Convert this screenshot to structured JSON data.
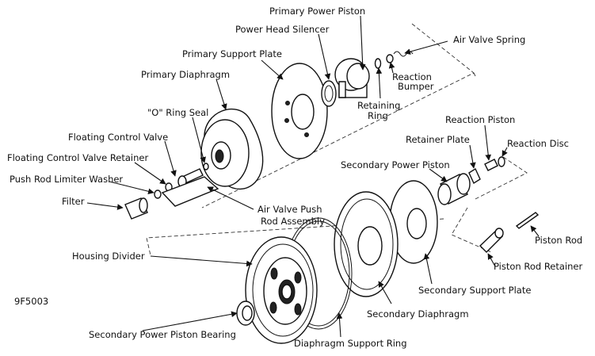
{
  "figure_code": "9F5003",
  "labels": {
    "primary_power_piston": "Primary Power Piston",
    "power_head_silencer": "Power Head Silencer",
    "air_valve_spring": "Air Valve Spring",
    "primary_support_plate": "Primary Support Plate",
    "reaction_bumper_1": "Reaction",
    "reaction_bumper_2": "Bumper",
    "primary_diaphragm": "Primary Diaphragm",
    "retaining_ring_1": "Retaining",
    "retaining_ring_2": "Ring",
    "o_ring_seal": "\"O\" Ring Seal",
    "reaction_piston": "Reaction Piston",
    "floating_control_valve": "Floating Control Valve",
    "retainer_plate": "Retainer Plate",
    "reaction_disc": "Reaction Disc",
    "floating_control_valve_retainer": "Floating Control Valve Retainer",
    "secondary_power_piston": "Secondary Power Piston",
    "push_rod_limiter_washer": "Push Rod Limiter Washer",
    "filter": "Filter",
    "air_valve_push_rod_1": "Air Valve Push",
    "air_valve_push_rod_2": "Rod Assembly",
    "piston_rod": "Piston Rod",
    "housing_divider": "Housing Divider",
    "piston_rod_retainer": "Piston Rod Retainer",
    "secondary_support_plate": "Secondary Support Plate",
    "secondary_diaphragm": "Secondary Diaphragm",
    "secondary_power_piston_bearing": "Secondary Power Piston Bearing",
    "diaphragm_support_ring": "Diaphragm Support Ring"
  }
}
